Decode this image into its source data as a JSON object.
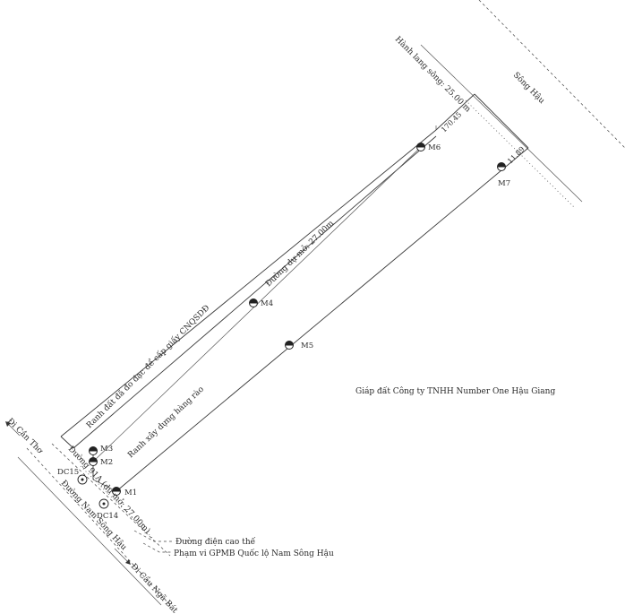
{
  "labels": {
    "corridor": "Hành lang sông: 25.00 m",
    "river": "Sông Hậu",
    "dim_170": "170.45",
    "dim_11": "11.89",
    "road_planned": "Đường dự mở: 27.00m",
    "boundary_survey": "Ranh đất đã đo đạc để cấp giấy CNQSDĐ",
    "fence_line": "Ranh xây dựng hàng rào",
    "neighbor": "Giáp đất Công ty TNHH Number One Hậu Giang",
    "to_can_tho": "Đi Cần Thơ",
    "road_91a": "Đường 91A (dự mở: 27.00m)",
    "road_nam_song_hau": "Đường Nam Sông Hậu",
    "to_cau_nga_bat": "Đi Cầu Ngã Bát",
    "power_line": "Đường điện cao thế",
    "gpmb": "Phạm vi GPMB Quốc lộ Nam Sông Hậu"
  },
  "markers": {
    "m1": "M1",
    "m2": "M2",
    "m3": "M3",
    "m4": "M4",
    "m5": "M5",
    "m6": "M6",
    "m7": "M7",
    "dc14": "DC14",
    "dc15": "DC15"
  },
  "colors": {
    "ink": "#2a2a2a",
    "background": "#ffffff"
  }
}
